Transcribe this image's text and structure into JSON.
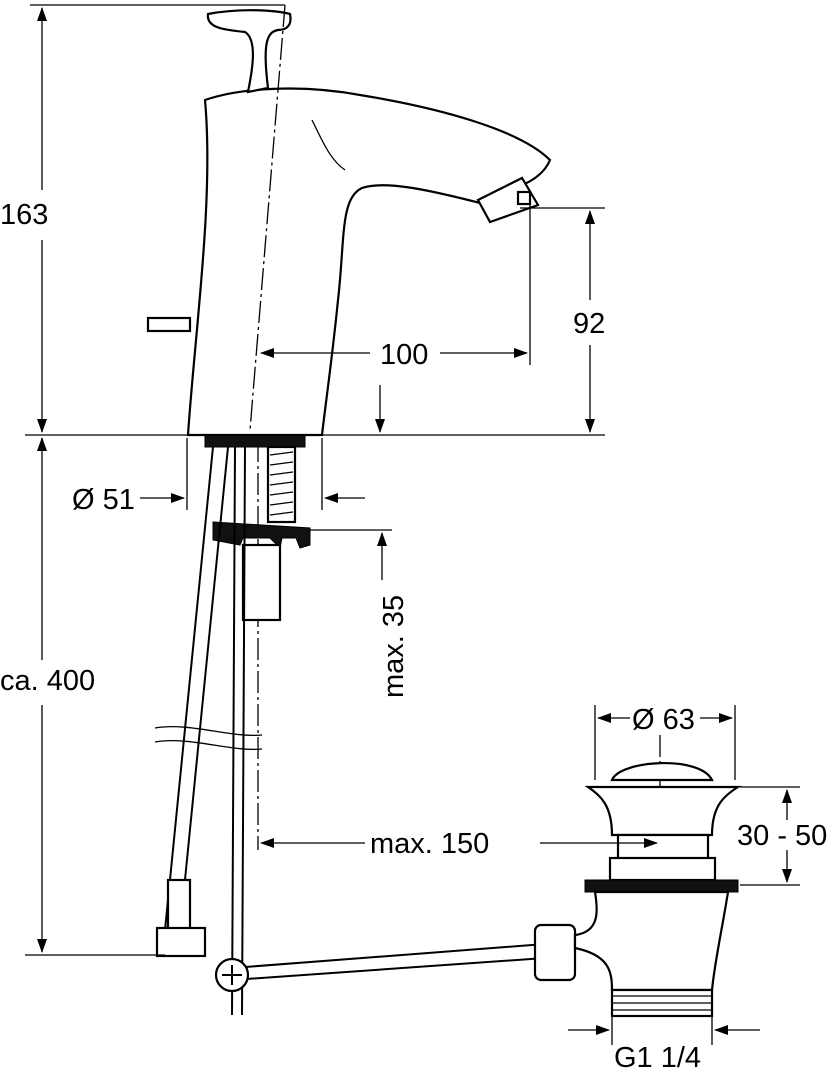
{
  "drawing": {
    "title": "Bidet mixer with pop-up waste – dimension drawing",
    "labels": {
      "height_total": "163",
      "spout_height": "92",
      "spout_reach": "100",
      "base_diameter": "Ø 51",
      "max_deck_thickness": "max. 35",
      "hose_length": "ca. 400",
      "waste_diameter": "Ø 63",
      "waste_range": "30 - 50",
      "max_rod_distance": "max. 150",
      "waste_thread": "G1 1/4"
    }
  }
}
